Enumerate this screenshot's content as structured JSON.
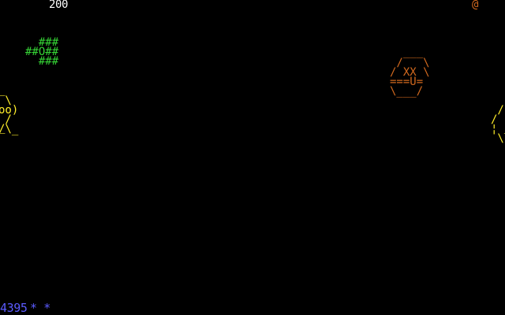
{
  "hud": {
    "score": "200",
    "top_right_glyph": "@",
    "hiscore": "4395",
    "lives": "* *"
  },
  "sprites": {
    "green": [
      "  ###",
      "##O##",
      "  ###"
    ],
    "orange": [
      " /‾‾‾\\",
      "/ XX \\",
      "===U=",
      "\\___/"
    ],
    "yellow_left": [
      "‾\\",
      "oo)",
      " /",
      "/\\_",
      "‾"
    ],
    "yellow_right": [
      "  ¦",
      " /",
      "/",
      "¦",
      " \\‾"
    ]
  },
  "colors": {
    "background": "#000000",
    "score": "#ffffff",
    "hud_bottom": "#5b5bff",
    "green_sprite": "#35d435",
    "orange_sprite": "#d2691e",
    "yellow_sprite": "#ffee2a"
  }
}
